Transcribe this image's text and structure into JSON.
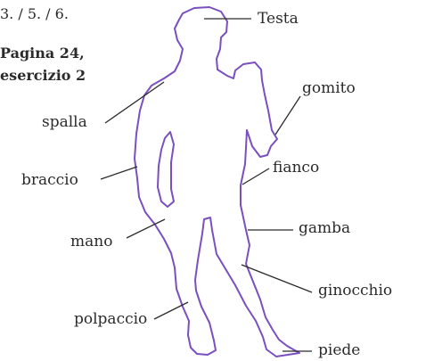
{
  "header": {
    "pages": "3. / 5. / 6."
  },
  "exercise": {
    "line1": "Pagina 24,",
    "line2": "esercizio 2"
  },
  "labels": {
    "testa": "Testa",
    "gomito": "gomito",
    "spalla": "spalla",
    "fianco": "fianco",
    "braccio": "braccio",
    "gamba": "gamba",
    "mano": "mano",
    "ginocchio": "ginocchio",
    "polpaccio": "polpaccio",
    "piede": "piede"
  },
  "colors": {
    "outline": "#7a4fbf",
    "leader": "#2b2b2b",
    "text": "#2b2b2b"
  }
}
